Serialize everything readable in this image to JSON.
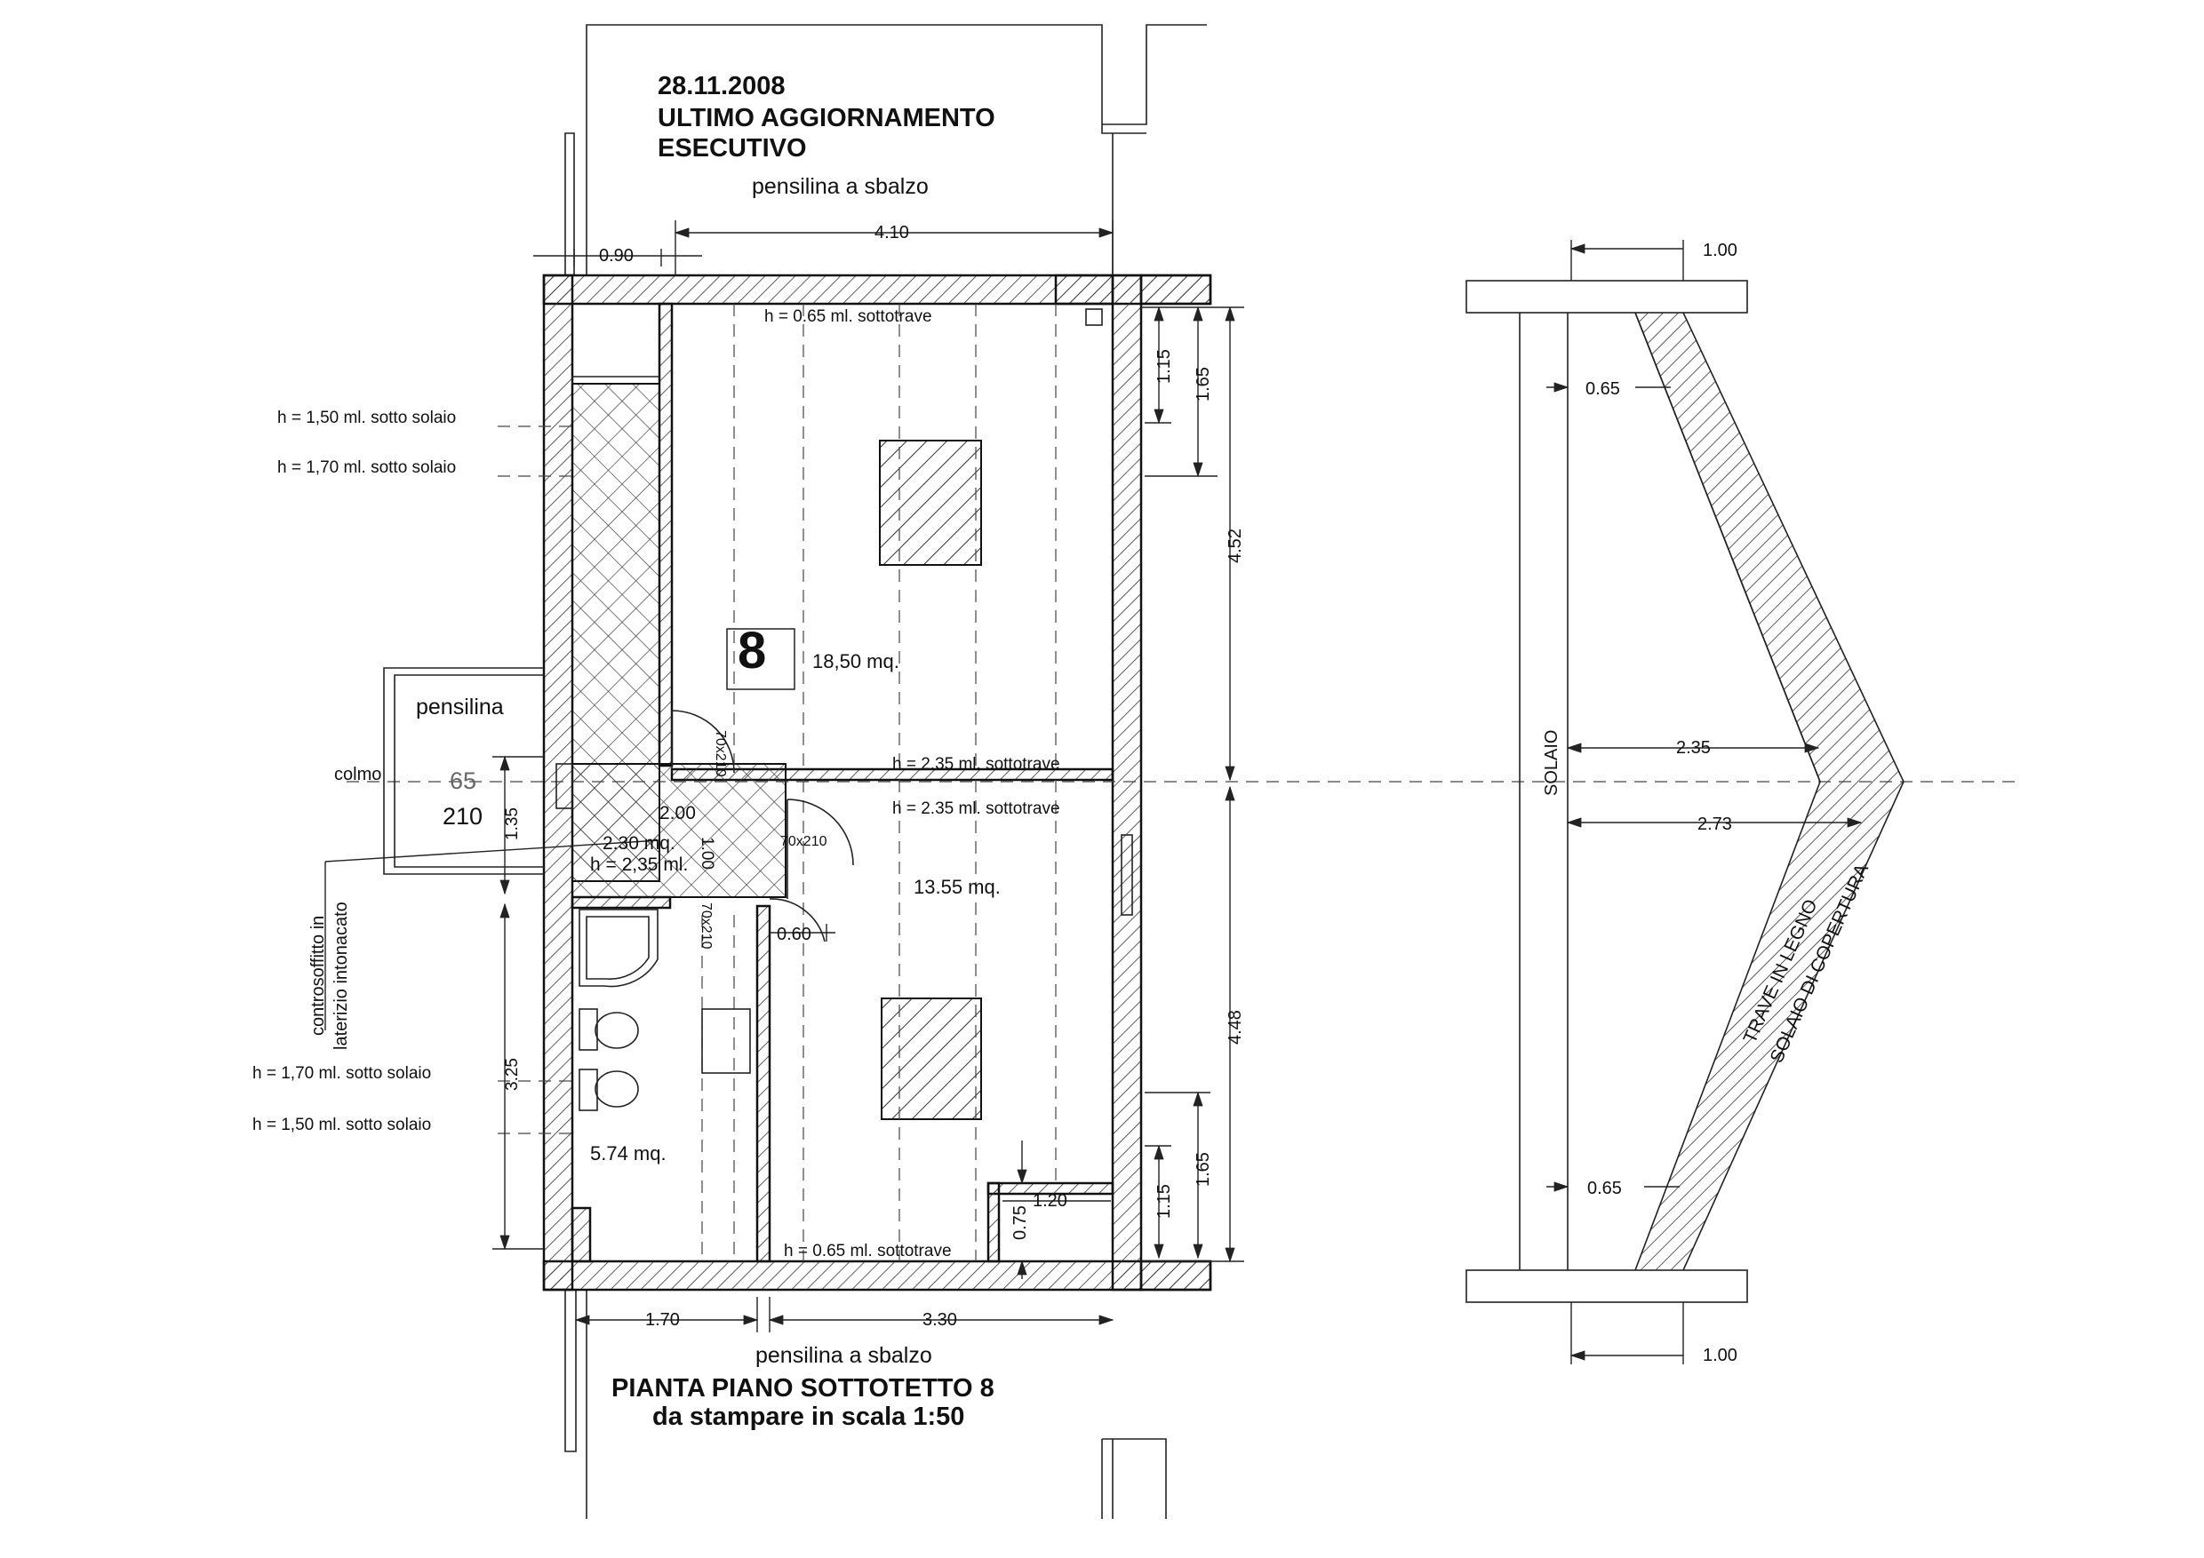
{
  "header": {
    "date": "28.11.2008",
    "line1": "ULTIMO AGGIORNAMENTO",
    "line2": "ESECUTIVO"
  },
  "labels": {
    "pensilina_top": "pensilina a sbalzo",
    "pensilina_bottom": "pensilina a sbalzo",
    "pensilina_side": "pensilina",
    "colmo": "colmo",
    "val_65": "65",
    "val_210": "210",
    "controsoffitto_1": "controsoffitto in",
    "controsoffitto_2": "laterizio intonacato",
    "unit_number": "8"
  },
  "heights": {
    "h150_top": "h = 1,50 ml. sotto solaio",
    "h170_top": "h = 1,70 ml. sotto solaio",
    "h170_bottom": "h = 1,70 ml. sotto solaio",
    "h150_bottom": "h = 1,50 ml. sotto solaio",
    "h065_top": "h = 0.65 ml. sottotrave",
    "h235_a": "h = 2.35 ml. sottotrave",
    "h235_b": "h = 2.35 ml. sottotrave",
    "h065_bottom": "h = 0.65 ml. sottotrave",
    "h235_small": "h = 2,35 ml."
  },
  "areas": {
    "main_room": "18,50 mq.",
    "second_room": "13.55 mq.",
    "hall": "2.30 mq.",
    "bath": "5.74 mq."
  },
  "doors": {
    "d1": "70x210",
    "d2": "70x210",
    "d3": "70x210"
  },
  "dims": {
    "d410": "4.10",
    "d090": "0.90",
    "d115_top": "1.15",
    "d165_top": "1.65",
    "d452": "4.52",
    "d448": "4.48",
    "d115_bot": "1.15",
    "d165_bot": "1.65",
    "d120": "1.20",
    "d075": "0.75",
    "d170": "1.70",
    "d330": "3.30",
    "d060": "0.60",
    "d200": "2.00",
    "d100": "1.00",
    "d135": "1.35",
    "d325": "3.25"
  },
  "section": {
    "solaio": "SOLAIO",
    "trave_1": "TRAVE IN LEGNO",
    "trave_2": "SOLAIO DI COPERTURA",
    "d100_top": "1.00",
    "d065_top": "0.65",
    "d235": "2.35",
    "d273": "2.73",
    "d065_bot": "0.65",
    "d100_bot": "1.00"
  },
  "footer": {
    "title": "PIANTA PIANO SOTTOTETTO 8",
    "subtitle": "da stampare in scala 1:50"
  }
}
